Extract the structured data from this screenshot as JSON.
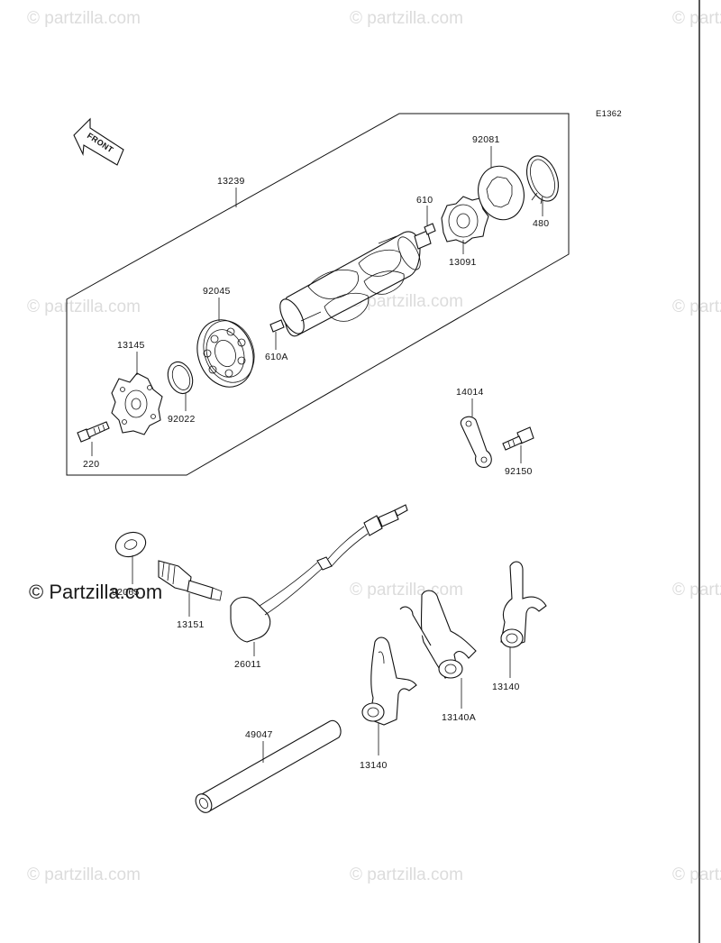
{
  "diagram_code": "E1362",
  "front_arrow_label": "FRONT",
  "watermarks": {
    "faint": "© partzilla.com",
    "prominent": "© Partzilla.com"
  },
  "parts": {
    "p13239": "13239",
    "p92081": "92081",
    "p480": "480",
    "p610": "610",
    "p13091": "13091",
    "p92045": "92045",
    "p610A": "610A",
    "p13145": "13145",
    "p92022": "92022",
    "p220": "220",
    "p14014": "14014",
    "p92150": "92150",
    "p92065": "92065",
    "p13151": "13151",
    "p26011": "26011",
    "p13140_right": "13140",
    "p13140A": "13140A",
    "p13140_left": "13140",
    "p49047": "49047"
  }
}
